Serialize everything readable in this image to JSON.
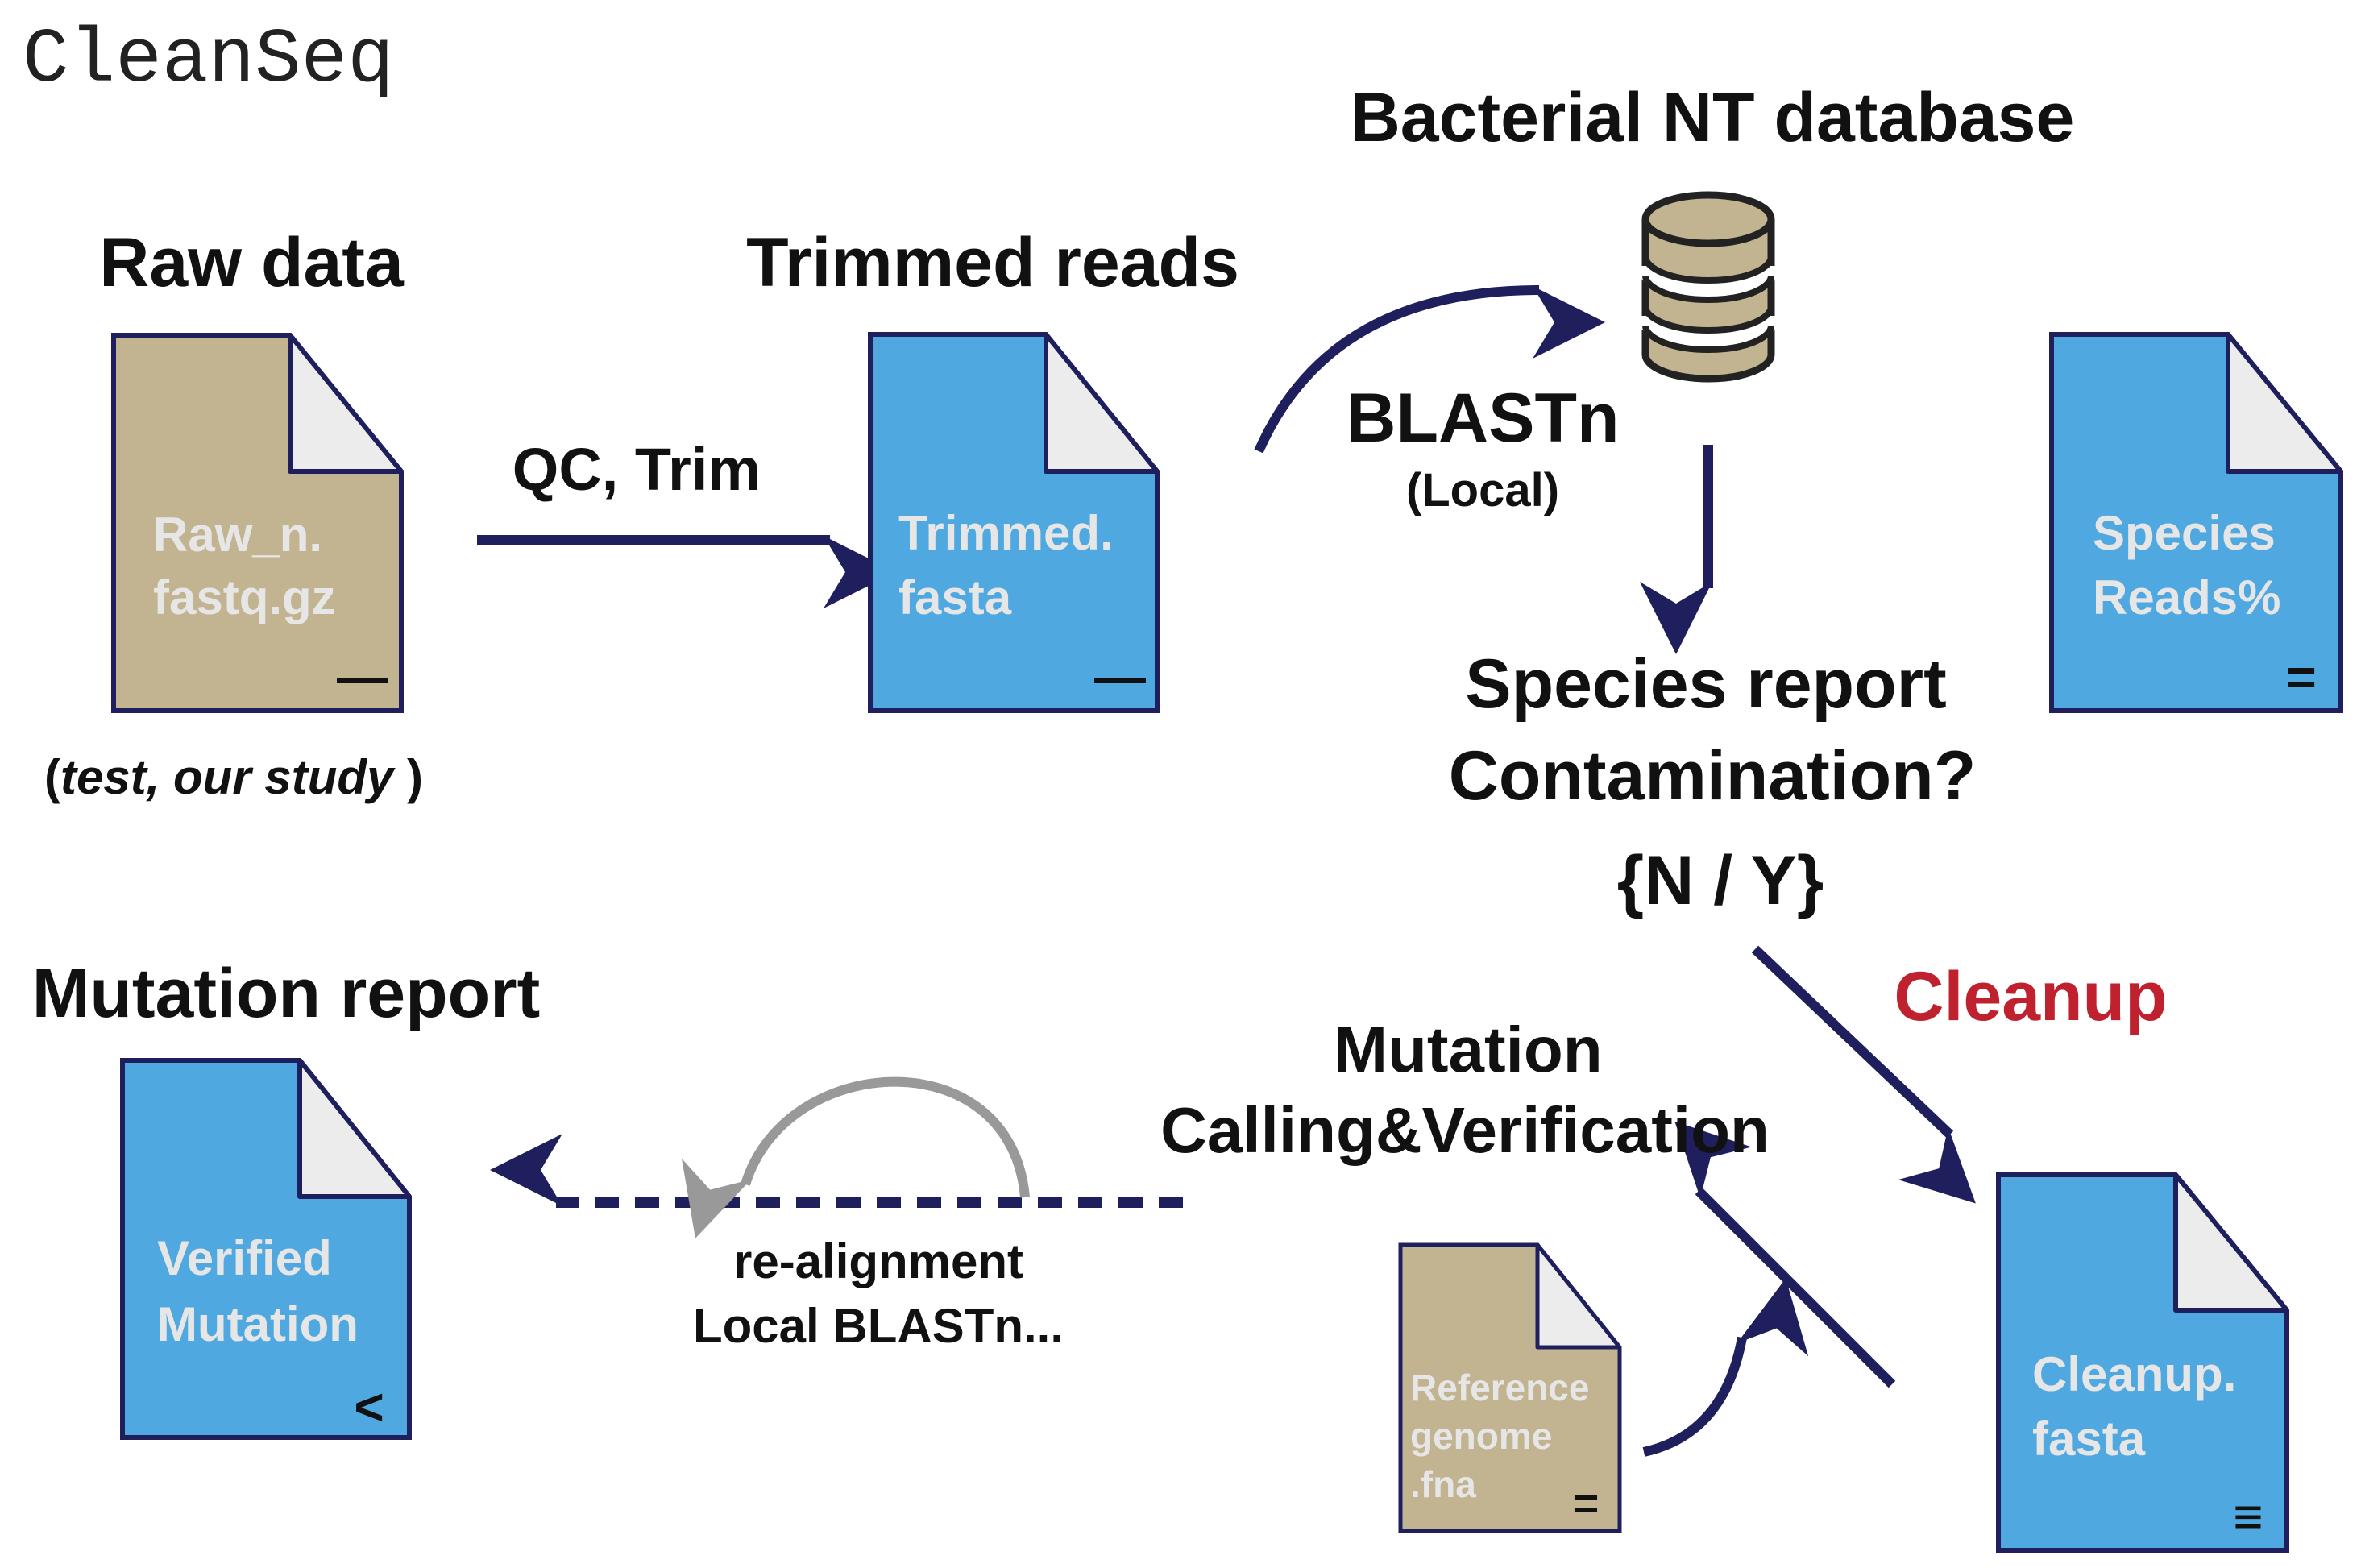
{
  "app_title": "CleanSeq",
  "colors": {
    "navy": "#1f1f5e",
    "blue_file": "#4fa8e0",
    "tan_file": "#c2b491",
    "fold": "#ececec",
    "accent_red": "#c0212f",
    "gray_arrow": "#999999",
    "ink": "#111111",
    "file_text_light": "#e6e6e6"
  },
  "nodes": {
    "raw": {
      "heading": "Raw data",
      "line1": "Raw_n.",
      "line2": "fastq.gz",
      "badge": "—",
      "caption_open": "(",
      "caption_italic": "test, our study",
      "caption_close": " )"
    },
    "trimmed": {
      "heading": "Trimmed reads",
      "line1": "Trimmed.",
      "line2": "fasta",
      "badge": "—"
    },
    "database": {
      "heading": "Bacterial NT database",
      "icon": "database-icon"
    },
    "species_file": {
      "line1": "Species",
      "line2": "Reads%",
      "badge": "="
    },
    "species_report": {
      "line1": "Species report",
      "line2": "Contamination?",
      "line3": "{N / Y}"
    },
    "cleanup": {
      "label": "Cleanup",
      "line1": "Cleanup.",
      "line2": "fasta",
      "badge": "≡"
    },
    "reference": {
      "line1": "Reference",
      "line2": "genome",
      "line3": ".fna",
      "badge": "="
    },
    "mutation_calling": {
      "line1": "Mutation",
      "line2": "Calling&Verification"
    },
    "mutation_report": {
      "heading": "Mutation report",
      "line1": "Verified",
      "line2": "Mutation",
      "badge": "<"
    }
  },
  "edges": {
    "qc_trim": "QC, Trim",
    "blastn": "BLASTn",
    "blastn_sub": "(Local)",
    "realign_line1": "re-alignment",
    "realign_line2": "Local BLASTn..."
  }
}
